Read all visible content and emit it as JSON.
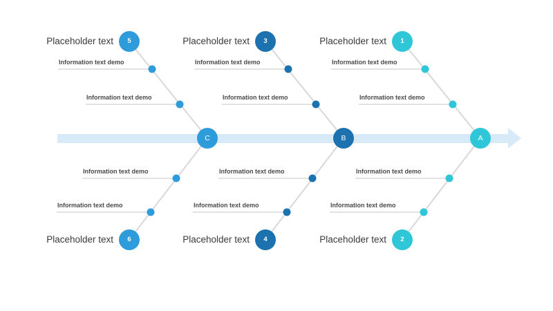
{
  "colors": {
    "blue": "#2e9bdb",
    "dark_blue": "#1c72ae",
    "cyan": "#2fc6d8",
    "spine": "#d6eaf8",
    "line_gray": "#d8d8d8"
  },
  "nodes": [
    {
      "label": "C"
    },
    {
      "label": "B"
    },
    {
      "label": "A"
    }
  ],
  "branches": {
    "top": [
      {
        "number": "5",
        "title": "Placeholder text",
        "items": [
          "Information text demo",
          "Information text demo"
        ]
      },
      {
        "number": "3",
        "title": "Placeholder text",
        "items": [
          "Information text demo",
          "Information text demo"
        ]
      },
      {
        "number": "1",
        "title": "Placeholder text",
        "items": [
          "Information text demo",
          "Information text demo"
        ]
      }
    ],
    "bottom": [
      {
        "number": "6",
        "title": "Placeholder text",
        "items": [
          "Information text demo",
          "Information text demo"
        ]
      },
      {
        "number": "4",
        "title": "Placeholder text",
        "items": [
          "Information text demo",
          "Information text demo"
        ]
      },
      {
        "number": "2",
        "title": "Placeholder text",
        "items": [
          "Information text demo",
          "Information text demo"
        ]
      }
    ]
  }
}
